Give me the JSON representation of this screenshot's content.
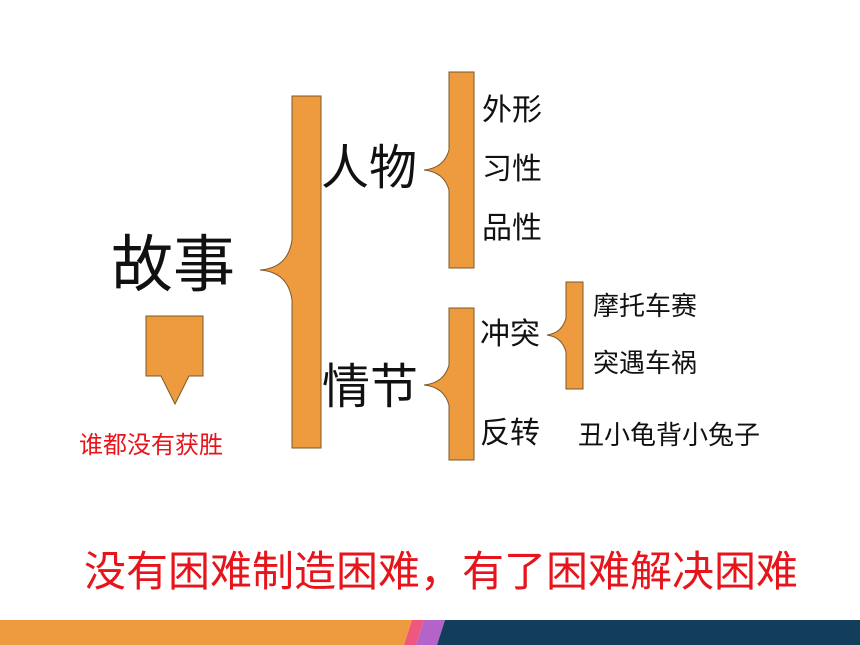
{
  "diagram": {
    "root": "故事",
    "result_label": "谁都没有获胜",
    "branches": {
      "characters": {
        "label": "人物",
        "items": [
          "外形",
          "习性",
          "品性"
        ]
      },
      "plot": {
        "label": "情节",
        "conflict": {
          "label": "冲突",
          "items": [
            "摩托车赛",
            "突遇车祸"
          ]
        },
        "twist": {
          "label": "反转",
          "detail": "丑小龟背小兔子"
        }
      }
    },
    "summary": "没有困难制造困难，有了困难解决困难"
  },
  "colors": {
    "brace_fill": "#EE9A3E",
    "brace_stroke": "#7A5A2A",
    "accent_red": "#E8141B",
    "footer_orange": "#EE9A3E",
    "footer_pink": "#F0577E",
    "footer_purple": "#B463C8",
    "footer_navy": "#123E5C"
  }
}
